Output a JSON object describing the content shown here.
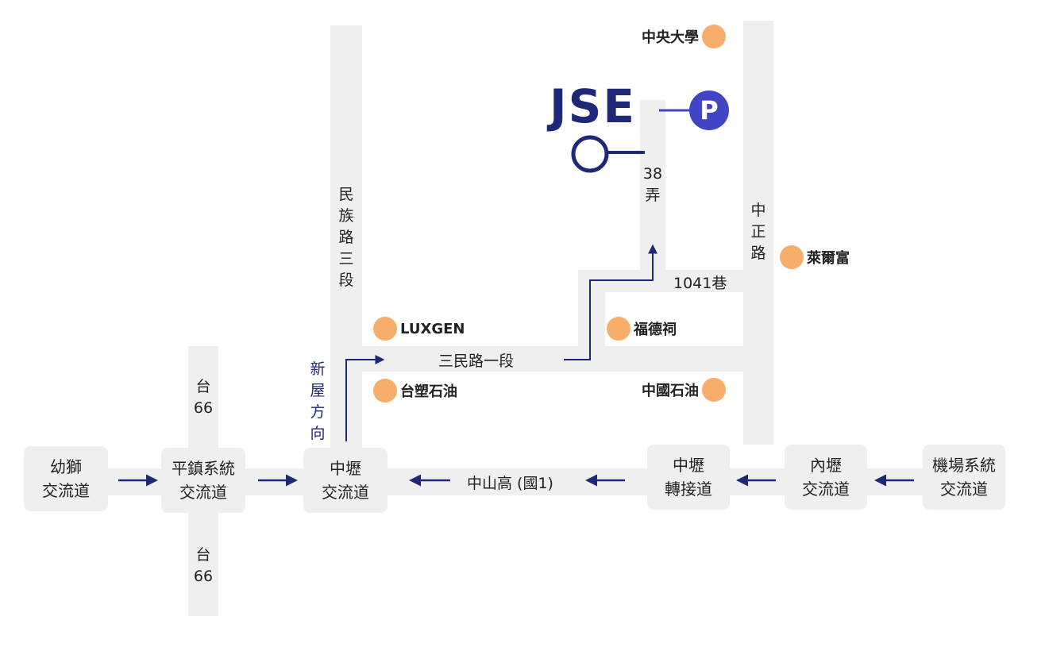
{
  "logo": {
    "text": "JSE",
    "parking_symbol": "P"
  },
  "roads": {
    "lane_38": "38\n弄",
    "minzu": "民\n族\n路\n三\n段",
    "zhongzheng": "中\n正\n路",
    "lane_1041": "1041巷",
    "sanmin": "三民路一段",
    "xinwu_direction": "新\n屋\n方\n向",
    "tai66_north": "台\n66",
    "tai66_south": "台\n66",
    "national_1": "中山高 (國1)"
  },
  "interchanges": {
    "youshi": [
      "幼獅",
      "交流道"
    ],
    "pingzhen": [
      "平鎮系統",
      "交流道"
    ],
    "zhongli": [
      "中壢",
      "交流道"
    ],
    "zhongli_junction": [
      "中壢",
      "轉接道"
    ],
    "neili": [
      "內壢",
      "交流道"
    ],
    "airport": [
      "機場系統",
      "交流道"
    ]
  },
  "landmarks": {
    "ncu": "中央大學",
    "laierfu": "萊爾富",
    "luxgen": "LUXGEN",
    "fudeci": "福德祠",
    "formosa": "台塑石油",
    "cpc": "中國石油"
  },
  "colors": {
    "road": "#efefef",
    "route": "#1e2778",
    "landmark_dot": "#f7ae6a",
    "parking": "#3f45c4"
  }
}
